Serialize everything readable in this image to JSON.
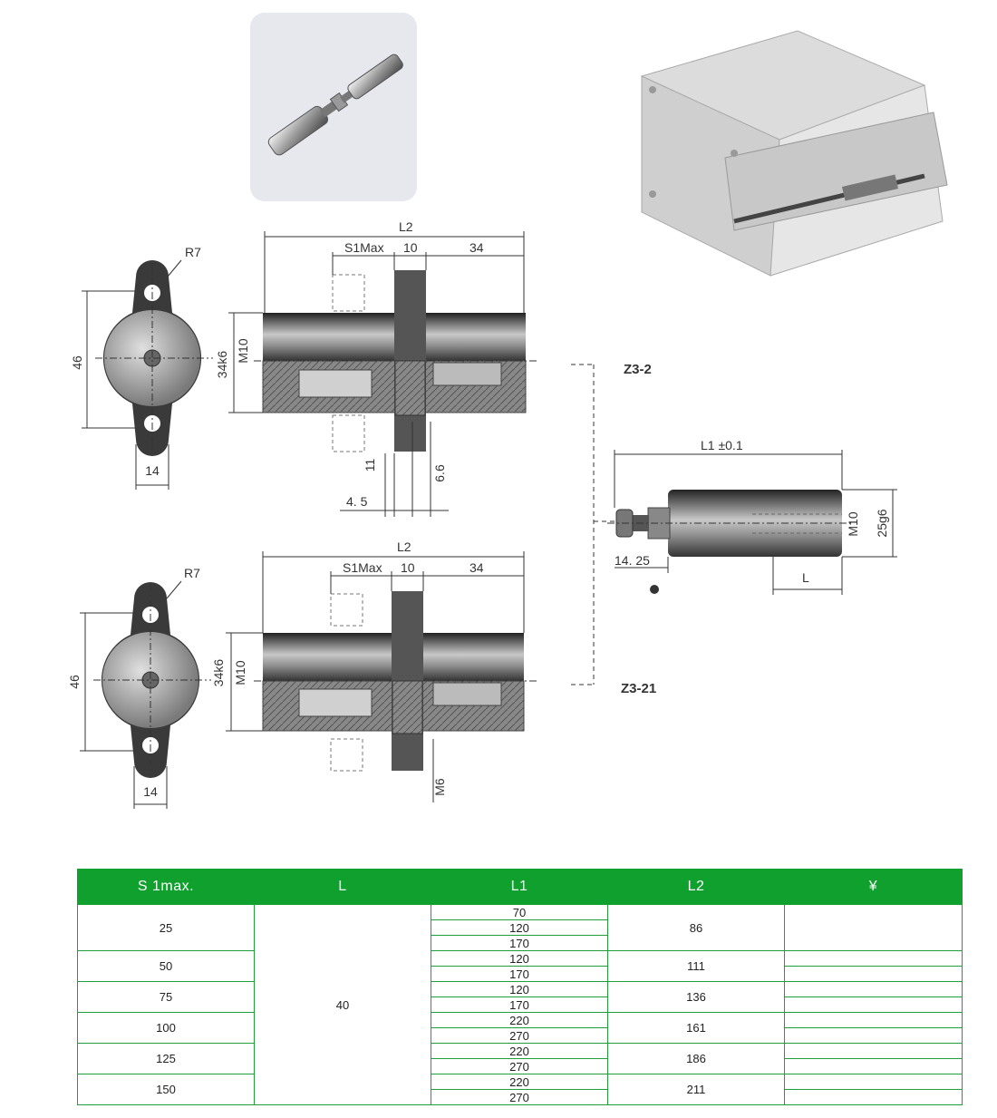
{
  "drawing": {
    "dim_l2": "L2",
    "dim_s1max": "S1Max",
    "dim_10": "10",
    "dim_34": "34",
    "dim_r7": "R7",
    "dim_46": "46",
    "dim_34k6": "34k6",
    "dim_m10": "M10",
    "dim_14": "14",
    "dim_11": "11",
    "dim_6_6": "6.6",
    "dim_4_5": "4. 5",
    "dim_m6": "M6",
    "label_z3_2": "Z3-2",
    "label_z3_21": "Z3-21",
    "dim_l1": "L1 ±0.1",
    "dim_25g6": "25g6",
    "dim_14_25": "14. 25",
    "dim_l": "L"
  },
  "table": {
    "headers": [
      "S 1max.",
      "L",
      "L1",
      "L2",
      "¥"
    ],
    "l_value": "40",
    "groups": [
      {
        "s1max": "25",
        "l1": [
          "70",
          "120",
          "170"
        ],
        "l2": "86"
      },
      {
        "s1max": "50",
        "l1": [
          "120",
          "170"
        ],
        "l2": "111"
      },
      {
        "s1max": "75",
        "l1": [
          "120",
          "170"
        ],
        "l2": "136"
      },
      {
        "s1max": "100",
        "l1": [
          "220",
          "270"
        ],
        "l2": "161"
      },
      {
        "s1max": "125",
        "l1": [
          "220",
          "270"
        ],
        "l2": "186"
      },
      {
        "s1max": "150",
        "l1": [
          "220",
          "270"
        ],
        "l2": "211"
      }
    ]
  }
}
